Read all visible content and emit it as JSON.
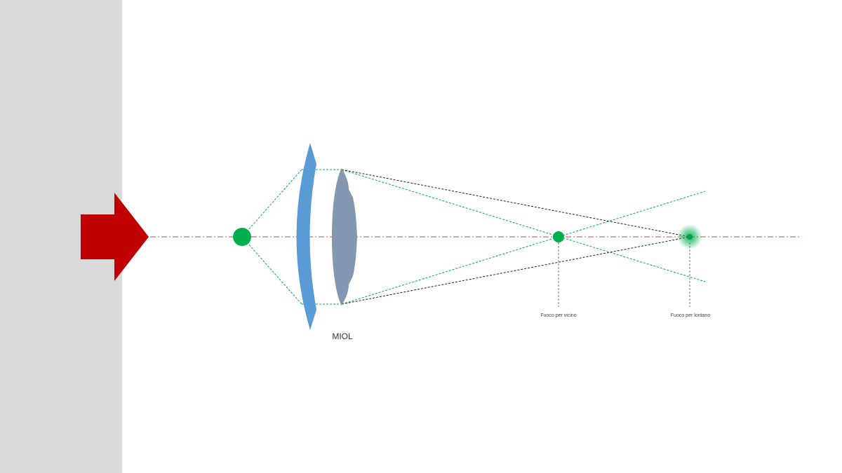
{
  "diagram": {
    "lens_label": "MIOL",
    "near_focus_label": "Fuoco per vicino",
    "far_focus_label": "Fuoco per lontano"
  },
  "colors": {
    "side_panel": "#d9d9d9",
    "arrow": "#c00000",
    "axis": "#c0504d",
    "cornea": "#5b9bd5",
    "lens": "#8497b0",
    "green_rays": "#00b050",
    "black_rays": "#222222",
    "focus_point": "#00b050"
  },
  "icons": {
    "incoming_light": "red-arrow-icon",
    "source": "green-dot-icon"
  }
}
